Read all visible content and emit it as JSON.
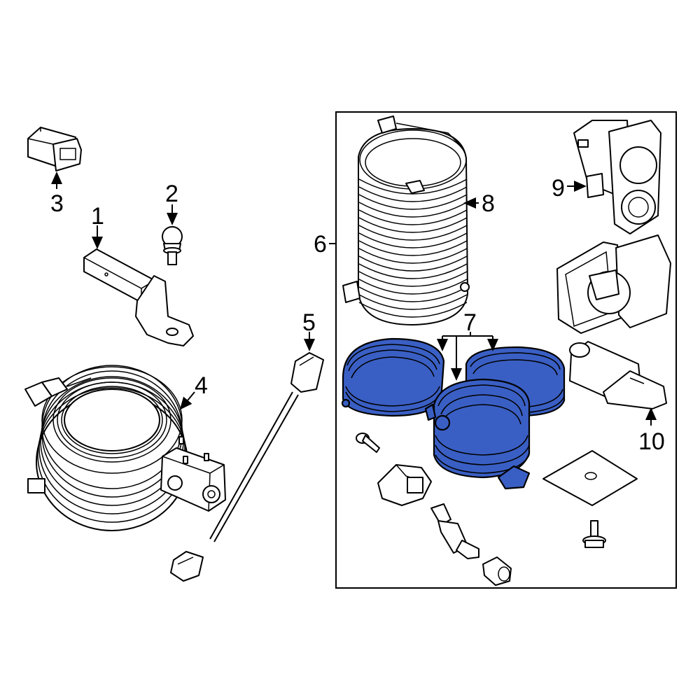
{
  "callouts": {
    "c1": "1",
    "c2": "2",
    "c3": "3",
    "c4": "4",
    "c5": "5",
    "c6": "6",
    "c7": "7",
    "c8": "8",
    "c9": "9",
    "c10": "10"
  },
  "colors": {
    "highlight": "#3a5fc4",
    "line": "#000000",
    "background": "#ffffff"
  }
}
